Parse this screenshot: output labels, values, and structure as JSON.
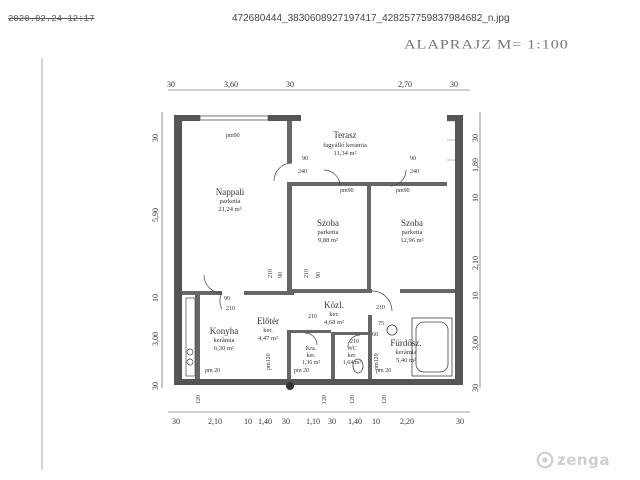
{
  "header": {
    "date_stamp": "2020.02.24 12:17",
    "filename": "472680444_3830608927197417_428257759837984682_n.jpg",
    "title": "ALAPRAJZ  M= 1:100"
  },
  "dimensions": {
    "top": [
      "30",
      "3,60",
      "30",
      "2,70",
      "30"
    ],
    "bottom": [
      "30",
      "2,10",
      "10",
      "1,40",
      "30",
      "1,10",
      "30",
      "1,40",
      "10",
      "2,20",
      "30"
    ],
    "left": [
      "30",
      "5,90",
      "10",
      "3,00",
      "30"
    ],
    "right": [
      "30",
      "1,89",
      "10",
      "2,10",
      "10",
      "3,00",
      "30"
    ]
  },
  "rooms": {
    "terasz": {
      "name": "Terasz",
      "finish": "fagyálló kerámia",
      "area": "11,34 m²"
    },
    "nappali": {
      "name": "Nappali",
      "finish": "parketta",
      "area": "21,24 m²"
    },
    "szoba1": {
      "name": "Szoba",
      "finish": "parketta",
      "area": "9,88 m²"
    },
    "szoba2": {
      "name": "Szoba",
      "finish": "parketta",
      "area": "12,96 m²"
    },
    "konyha": {
      "name": "Konyha",
      "finish": "kerámia",
      "area": "6,30 m²"
    },
    "eloter": {
      "name": "Előtér",
      "finish": "ker.",
      "area": "4,47 m²"
    },
    "kozl": {
      "name": "Közl.",
      "finish": "ker.",
      "area": "4,68 m²"
    },
    "kamra": {
      "name": "Kra.",
      "finish": "ker.",
      "area": "1,36 m²"
    },
    "wc": {
      "name": "WC",
      "finish": "ker.",
      "area": "1,64 m²"
    },
    "furdo": {
      "name": "Fürdősz.",
      "finish": "kerámia",
      "area": "5,40 m²"
    }
  },
  "openings": {
    "pm90_a": "pm90",
    "pm90_b": "pm90",
    "pm90_c": "pm90",
    "d_240a": "240",
    "d_240b": "240",
    "d_90_nappali": "90",
    "d_90_terasz": "90",
    "d_210a": "210",
    "d_90a": "90",
    "d_210b": "210",
    "d_90b": "90",
    "d_90c": "90",
    "d_210c": "210",
    "d_210d": "210",
    "d_75": "75",
    "d_210e": "210",
    "d_60": "60",
    "d_210f": "210",
    "pm120": "pm120",
    "pm120b": "pm120",
    "win_a": "120",
    "win_b": "120",
    "win_c": "120",
    "win_d": "120",
    "pm20a": "pm 20",
    "pm20b": "pm 20",
    "pm20c": "pm 20"
  },
  "watermark": {
    "text": "zenga",
    "icon": "zenga-logo-icon"
  }
}
